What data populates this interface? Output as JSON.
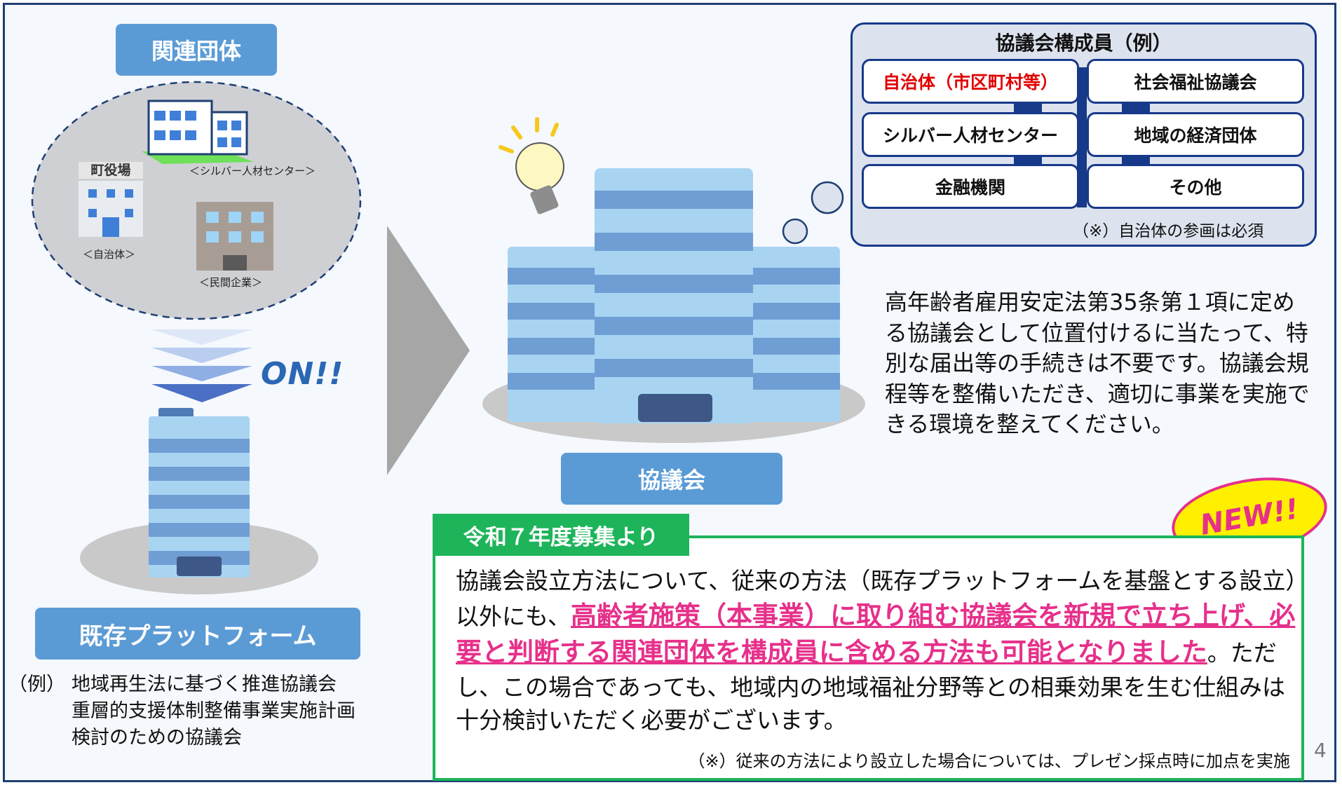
{
  "related_groups": {
    "title": "関連団体",
    "city_hall_sign": "町役場",
    "items": [
      "＜シルバー人材センター＞",
      "＜自治体＞",
      "＜民間企業＞"
    ]
  },
  "on_text": "ON!!",
  "existing_platform": {
    "title": "既存プラットフォーム",
    "examples_prefix": "（例）",
    "examples": [
      "地域再生法に基づく推進協議会",
      "重層的支援体制整備事業実施計画",
      "検討のための協議会"
    ]
  },
  "council": {
    "title": "協議会"
  },
  "members": {
    "title": "協議会構成員（例）",
    "items": [
      {
        "label": "自治体（市区町村等）",
        "color": "#e00000"
      },
      {
        "label": "社会福祉協議会",
        "color": "#111111"
      },
      {
        "label": "シルバー人材センター",
        "color": "#111111"
      },
      {
        "label": "地域の経済団体",
        "color": "#111111"
      },
      {
        "label": "金融機関",
        "color": "#111111"
      },
      {
        "label": "その他",
        "color": "#111111"
      }
    ],
    "note": "（※）自治体の参画は必須"
  },
  "description": "高年齢者雇用安定法第35条第１項に定める協議会として位置付けるに当たって、特別な届出等の手続きは不要です。協議会規程等を整備いただき、適切に事業を実施できる環境を整えてください。",
  "new_badge": "NEW!!",
  "reiwa": {
    "tab": "令和７年度募集より",
    "text_before": "協議会設立方法について、従来の方法（既存プラットフォームを基盤とする設立）以外にも、",
    "text_highlight": "高齢者施策（本事業）に取り組む協議会を新規で立ち上げ、必要と判断する関連団体を構成員に含める方法も可能となりました",
    "text_after": "。ただし、この場合であっても、地域内の地域福祉分野等との相乗効果を生む仕組みは十分検討いただく必要がございます。",
    "note": "（※）従来の方法により設立した場合については、プレゼン採点時に加点を実施"
  },
  "page_number": "4",
  "colors": {
    "frame": "#1f3f73",
    "label_blue": "#5b9bd5",
    "accent_pink": "#e6308a",
    "green": "#1eb45a",
    "badge_yellow": "#fff000"
  }
}
